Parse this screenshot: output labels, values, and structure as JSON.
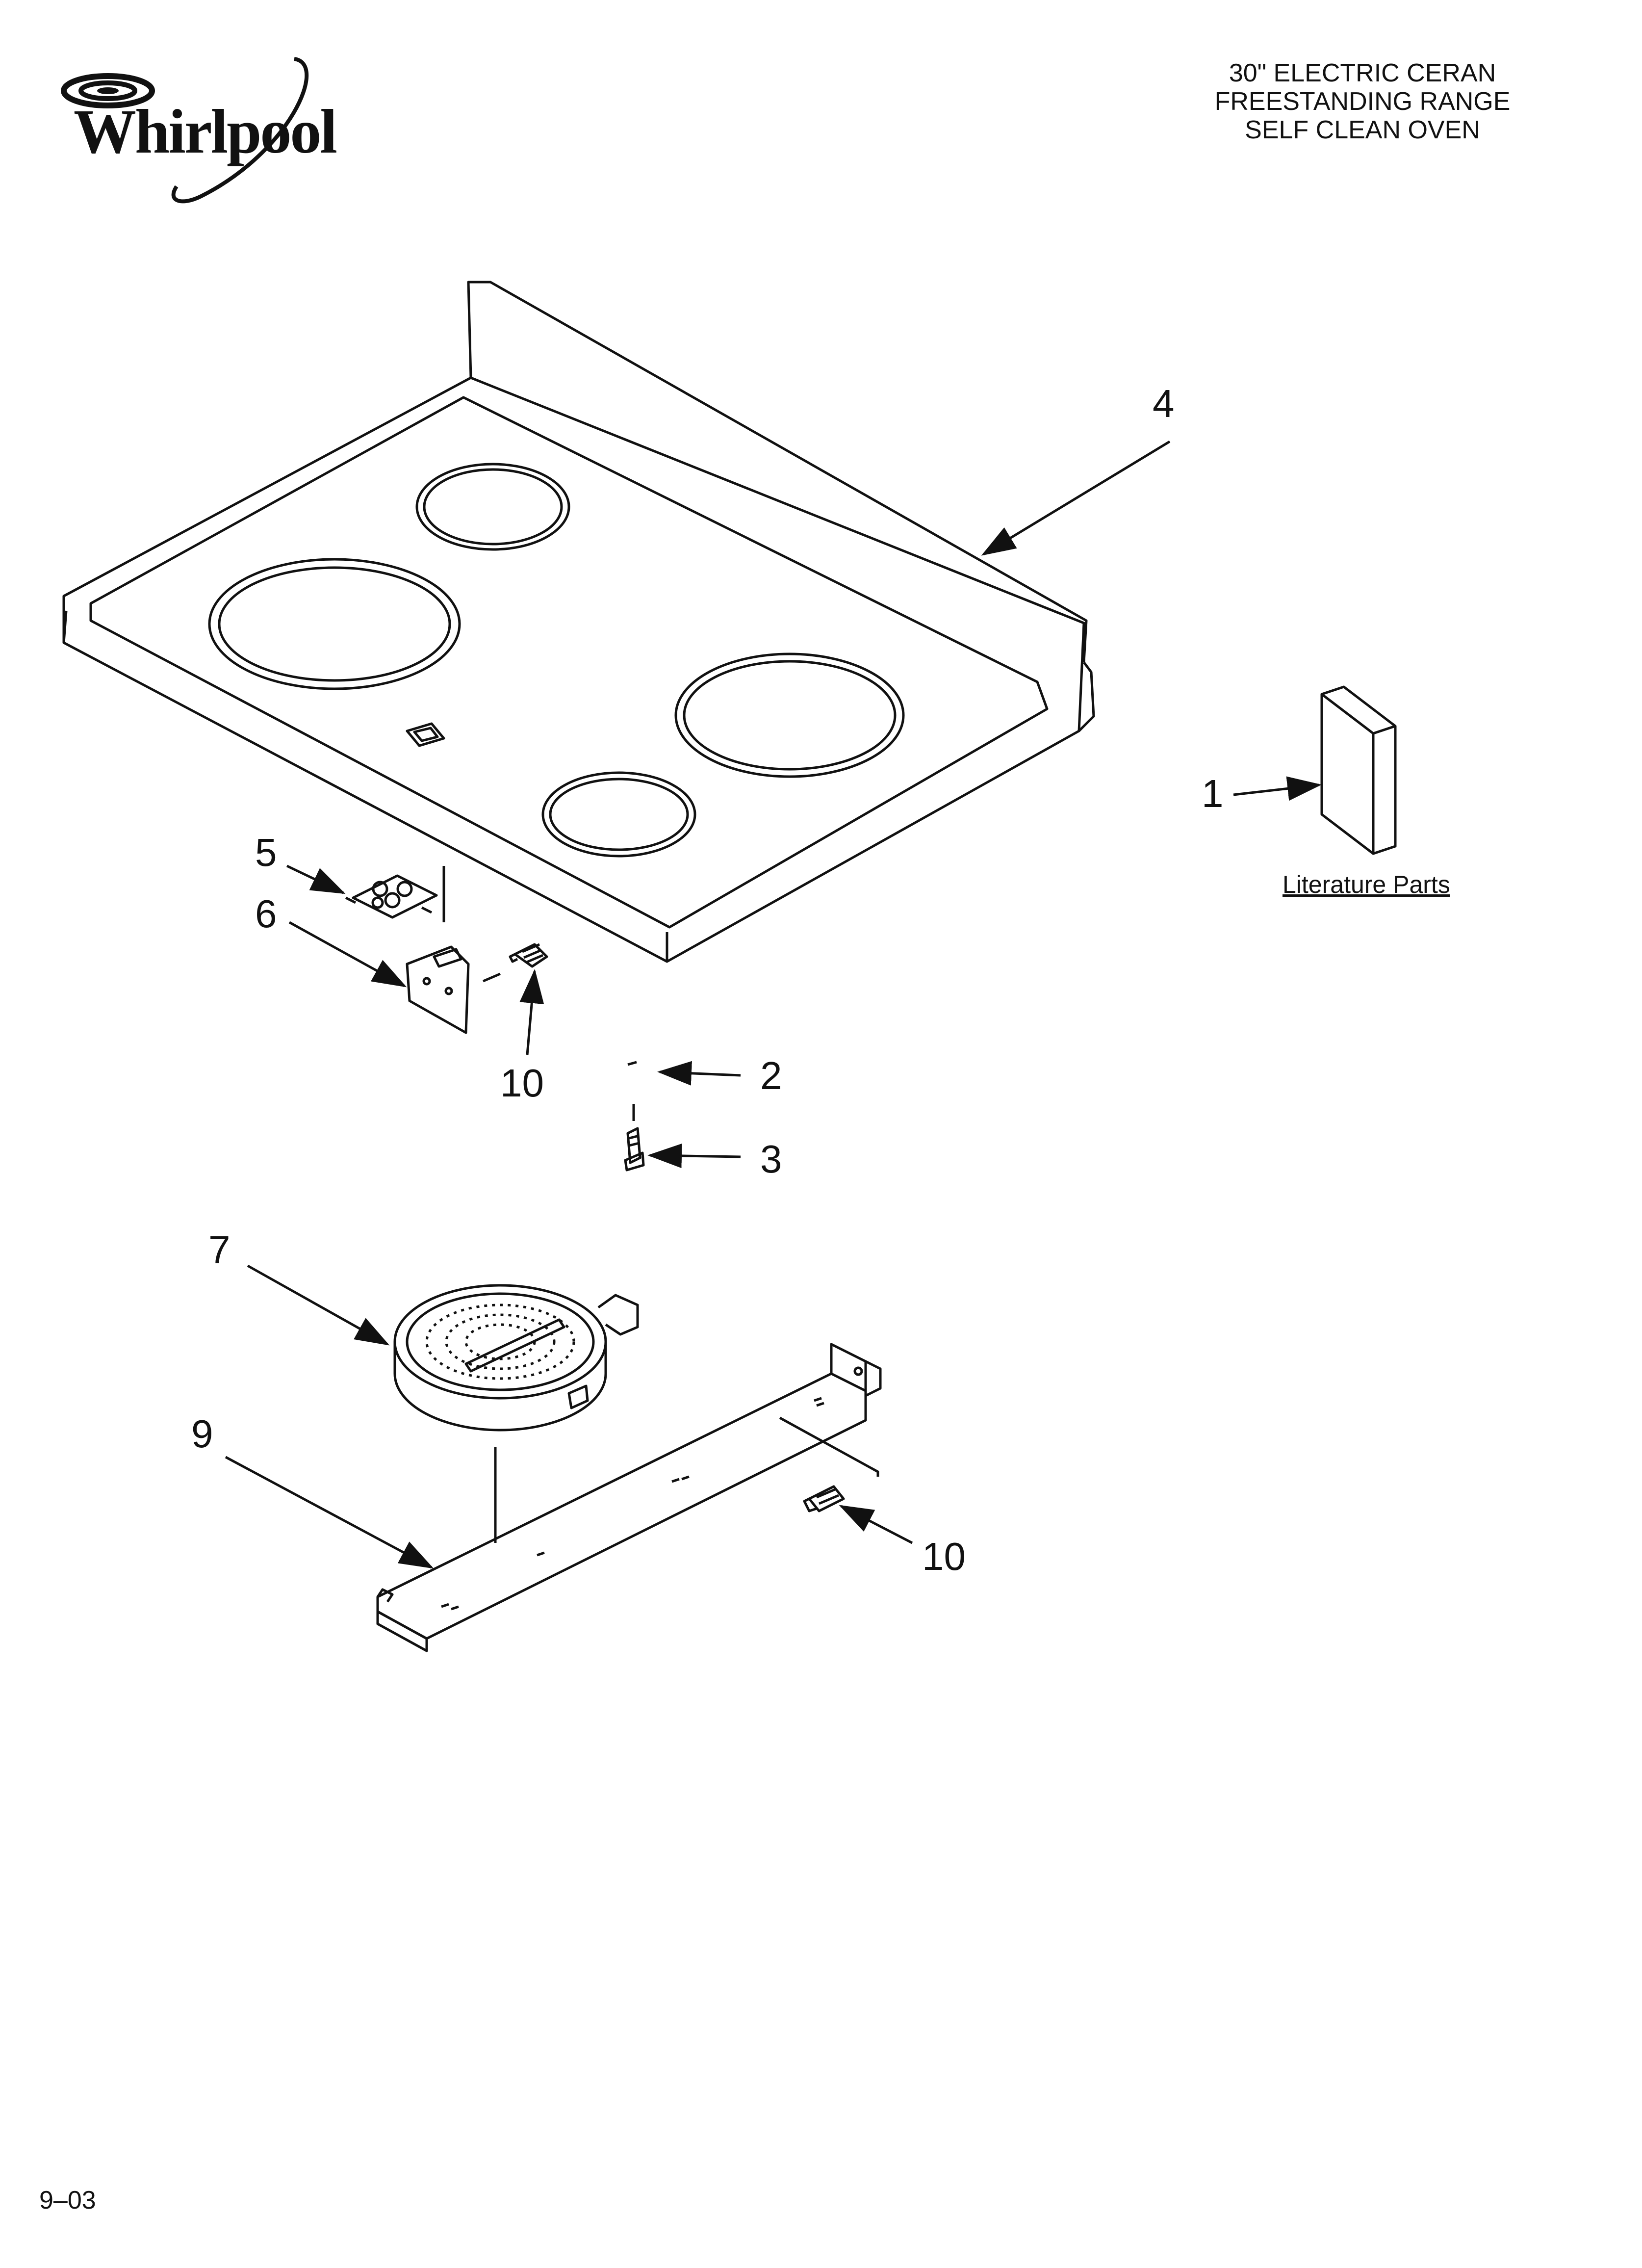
{
  "header": {
    "brand": "Whirlpool",
    "title_lines": [
      "30\" ELECTRIC CERAN",
      "FREESTANDING RANGE",
      "SELF CLEAN OVEN"
    ]
  },
  "callouts": {
    "c1": "1",
    "c2": "2",
    "c3": "3",
    "c4": "4",
    "c5": "5",
    "c6": "6",
    "c7": "7",
    "c9": "9",
    "c10a": "10",
    "c10b": "10"
  },
  "literature_label": "Literature Parts",
  "footer": {
    "date_code": "9–03"
  }
}
